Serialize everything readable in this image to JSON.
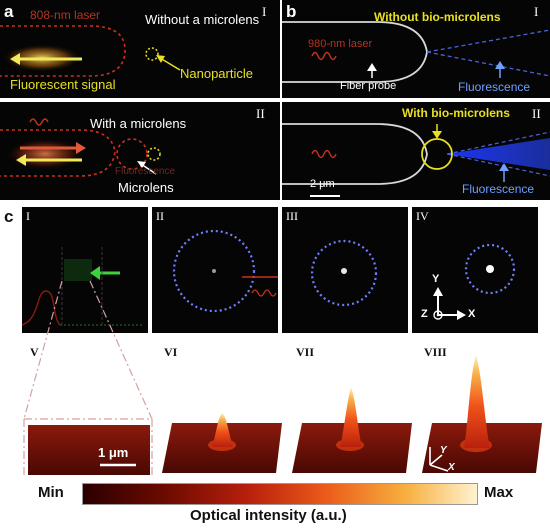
{
  "panel_a": {
    "letter": "a",
    "top": {
      "roman": "I",
      "title": "Without a microlens",
      "laser": "808-nm laser",
      "signal": "Fluorescent signal",
      "particle": "Nanoparticle"
    },
    "bottom": {
      "roman": "II",
      "title": "With a microlens",
      "fluor_faint": "Fluorescence",
      "lens": "Microlens"
    }
  },
  "panel_b": {
    "letter": "b",
    "top": {
      "roman": "I",
      "title": "Without bio-microlens",
      "laser": "980-nm laser",
      "probe": "Fiber probe",
      "fluor": "Fluorescence"
    },
    "bottom": {
      "roman": "II",
      "title": "With bio-microlens",
      "fluor": "Fluorescence",
      "scale": "2 μm"
    }
  },
  "panel_c": {
    "letter": "c",
    "romans": [
      "I",
      "II",
      "III",
      "IV",
      "V",
      "VI",
      "VII",
      "VIII"
    ],
    "axis_y": "Y",
    "axis_z": "Z",
    "axis_x": "X",
    "scale": "1 μm",
    "colorbar_min": "Min",
    "colorbar_max": "Max",
    "colorbar_label": "Optical intensity (a.u.)"
  },
  "colors": {
    "laser_red": "#c8321e",
    "signal_yellow": "#e8e020",
    "ring_blue": "#6f7fff",
    "fluor_blue": "#3a5bff",
    "plane_red": "#7a1208"
  }
}
